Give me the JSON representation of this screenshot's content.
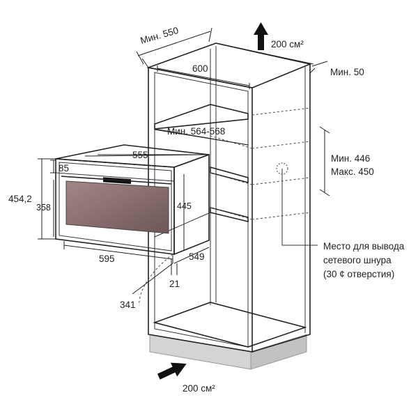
{
  "labels": {
    "min_550": "Мин. 550",
    "top_air": "200 см²",
    "width_600": "600",
    "min_50": "Мин. 50",
    "min_564_568": "Мин. 564-568",
    "min_446": "Мин. 446",
    "max_450": "Макс. 450",
    "width_555": "555",
    "h_85": "85",
    "h_454_2": "454,2",
    "h_358": "358",
    "h_445": "445",
    "w_595": "595",
    "d_549": "549",
    "d_21": "21",
    "r_341": "341",
    "cable_line1": "Место для вывода",
    "cable_line2": "сетевого шнура",
    "cable_line3": "(30 ¢ отверстия)",
    "bottom_air": "200 см²"
  },
  "colors": {
    "stroke": "#222222",
    "door_glass": "#8a6e6e",
    "plinth": "#d4d4d4",
    "display": "#111111"
  },
  "icons": {
    "top_arrow": "arrow-up-icon",
    "bottom_arrow": "arrow-diagonal-icon",
    "cable_hole": "circle-dashed-icon"
  }
}
